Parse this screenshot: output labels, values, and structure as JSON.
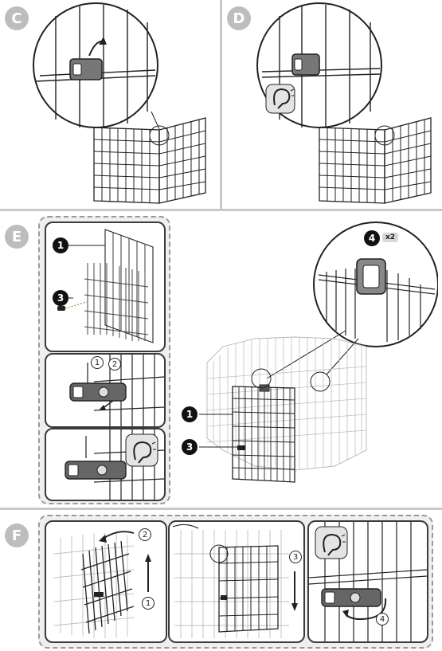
{
  "steps": {
    "c": {
      "letter": "C"
    },
    "d": {
      "letter": "D"
    },
    "e": {
      "letter": "E",
      "callout_1": "1",
      "callout_3": "3",
      "callout_4": "4",
      "qty_label": "x2",
      "sub_step_1": "1",
      "sub_step_2": "2",
      "enclosure_callout_1": "1",
      "enclosure_callout_3": "3"
    },
    "f": {
      "letter": "F",
      "step_1": "1",
      "step_2": "2",
      "step_3": "3",
      "step_4": "4"
    }
  },
  "icons": [
    "ear-listen-icon",
    "rotate-arrow-icon",
    "clip-icon"
  ],
  "colors": {
    "badge": "#bdbdbd",
    "line": "#1a1a1a",
    "grid_light": "#b5b5b5",
    "panel_bg": "#efefef"
  }
}
